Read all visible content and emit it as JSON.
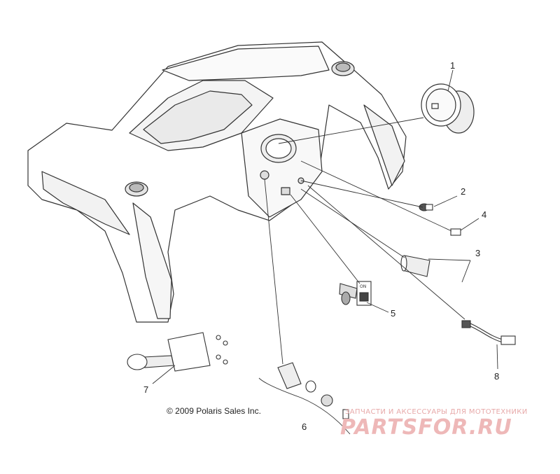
{
  "callouts": [
    {
      "id": "1",
      "label": "1"
    },
    {
      "id": "2",
      "label": "2"
    },
    {
      "id": "3",
      "label": "3"
    },
    {
      "id": "4",
      "label": "4"
    },
    {
      "id": "5",
      "label": "5"
    },
    {
      "id": "6",
      "label": "6"
    },
    {
      "id": "7",
      "label": "7"
    },
    {
      "id": "8",
      "label": "8"
    }
  ],
  "copyright": "© 2009 Polaris Sales Inc.",
  "watermark": {
    "tagline": "ЗАПЧАСТИ И АКСЕССУАРЫ ДЛЯ МОТОТЕХНИКИ",
    "logo": "PARTSFOR.RU",
    "color": "#eeb8b8"
  },
  "switch_label": "ON"
}
